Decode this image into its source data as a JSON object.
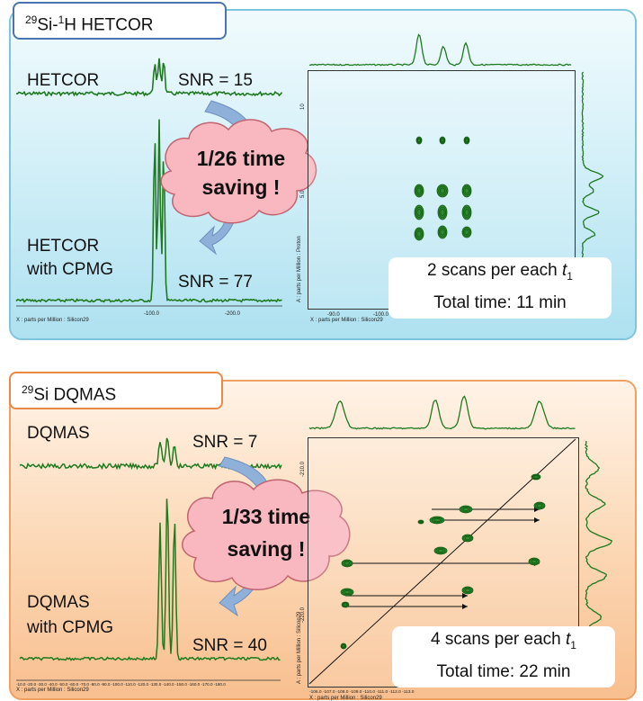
{
  "hetcor": {
    "title_sup": "29",
    "title_mid": "Si-",
    "title_sup2": "1",
    "title_end": "H HETCOR",
    "label_plain": "HETCOR",
    "label_cpmg_line1": "HETCOR",
    "label_cpmg_line2": "with CPMG",
    "snr_plain": "SNR = 15",
    "snr_cpmg": "SNR = 77",
    "saving_line1": "1/26 time",
    "saving_line2": "saving !",
    "info_line1": "2 scans per each ",
    "info_t": "t",
    "info_sub": "1",
    "info_line2": "Total time: 11 min",
    "axis_1d": "X : parts per Million : Silicon29",
    "tick_1d_a": "-100.0",
    "tick_1d_b": "-200.0",
    "axis_2d_x": "X : parts per Million : Silicon29",
    "axis_2d_y": "A : parts per Million : Proton",
    "tick_2d_x1": "-90.0",
    "tick_2d_x2": "-100.0",
    "tick_2d_y1": "10",
    "tick_2d_y2": "5.0"
  },
  "dqmas": {
    "title_sup": "29",
    "title_end": "Si DQMAS",
    "label_plain": "DQMAS",
    "label_cpmg_line1": "DQMAS",
    "label_cpmg_line2": "with CPMG",
    "snr_plain": "SNR = 7",
    "snr_cpmg": "SNR = 40",
    "saving_line1": "1/33 time",
    "saving_line2": "saving !",
    "info_line1": "4 scans per each ",
    "info_t": "t",
    "info_sub": "1",
    "info_line2": "Total time: 22 min",
    "axis_1d": "X : parts per Million : Silicon29",
    "ticks_1d": "-10.0 -20.0 -30.0 -40.0 -50.0 -60.0 -70.0 -80.0 -90.0 -100.0 -110.0 -120.0 -130.0 -140.0 -150.0 -160.0 -170.0 -180.0",
    "axis_2d_x": "X : parts per Million : Silicon29",
    "axis_2d_y": "A : parts per Million : Silicon29",
    "ticks_2d_x": "-106.0 -107.0 -108.0 -109.0 -110.0 -111.0 -112.0 -113.0",
    "tick_2d_y1": "-210.0",
    "tick_2d_y2": "-220.0"
  },
  "colors": {
    "spectrum": "#1f7a1f",
    "top_panel": "#aee1f0",
    "bottom_panel": "#f8bf8f",
    "cloud": "#f9b7bf",
    "arrow": "#8fb0d8"
  }
}
